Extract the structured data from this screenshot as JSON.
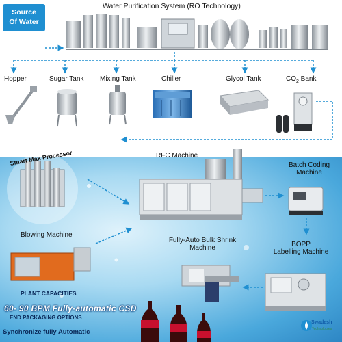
{
  "title": "Water Purification System (RO Technology)",
  "source": {
    "line1": "Source",
    "line2": "Of Water"
  },
  "stations_row1": [
    {
      "id": "hopper",
      "label": "Hopper"
    },
    {
      "id": "sugar",
      "label": "Sugar Tank"
    },
    {
      "id": "mixing",
      "label": "Mixing Tank"
    },
    {
      "id": "chiller",
      "label": "Chiller"
    },
    {
      "id": "glycol",
      "label": "Glycol Tank"
    },
    {
      "id": "co2",
      "label": "CO2 Bank"
    }
  ],
  "co2_parts": {
    "main": "CO",
    "sub": "2",
    "rest": " Bank"
  },
  "smart_max": "Smart Max Processor",
  "rfc": "RFC Machine",
  "batch_coding": {
    "line1": "Batch Coding",
    "line2": "Machine"
  },
  "blowing": "Blowing Machine",
  "bulk_shrink": {
    "line1": "Fully-Auto Bulk Shrink",
    "line2": "Machine"
  },
  "bopp": {
    "line1": "BOPP",
    "line2": "Labelling Machine"
  },
  "plant_capacities": "PLANT CAPACITIES",
  "capacity": "60- 90 BPM Fully-automatic CSD",
  "end_packaging": "END PACKAGING OPTIONS",
  "synchronize": "Synchronize fully Automatic",
  "logo": {
    "name": "Swadesh",
    "tagline": "Technologies"
  },
  "colors": {
    "arrow": "#1f8fd1",
    "source_box": "#1f8fd1",
    "steel": "#b9bec4",
    "coke_red": "#c8102e"
  }
}
